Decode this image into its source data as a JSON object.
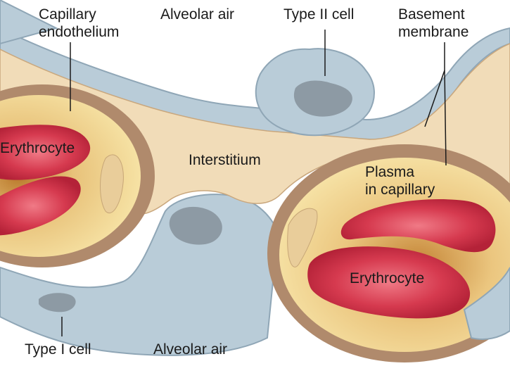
{
  "labels": {
    "capillary_endothelium": [
      "Capillary",
      "endothelium"
    ],
    "alveolar_air_top": "Alveolar air",
    "type_ii_cell": "Type II cell",
    "basement_membrane": [
      "Basement",
      "membrane"
    ],
    "erythrocyte_left": "Erythrocyte",
    "interstitium": "Interstitium",
    "plasma_in_capillary": [
      "Plasma",
      "in capillary"
    ],
    "erythrocyte_right": "Erythrocyte",
    "type_i_cell": "Type I cell",
    "alveolar_air_bottom": "Alveolar air"
  },
  "colors": {
    "epithelium": "#b9ccd8",
    "interstitium": "#f1dcb8",
    "capillary_wall": "#b08a6c",
    "plasma": "#f3d98e",
    "erythrocyte": "#d0344a",
    "nucleus": "#8d9aa4",
    "background": "#ffffff"
  }
}
